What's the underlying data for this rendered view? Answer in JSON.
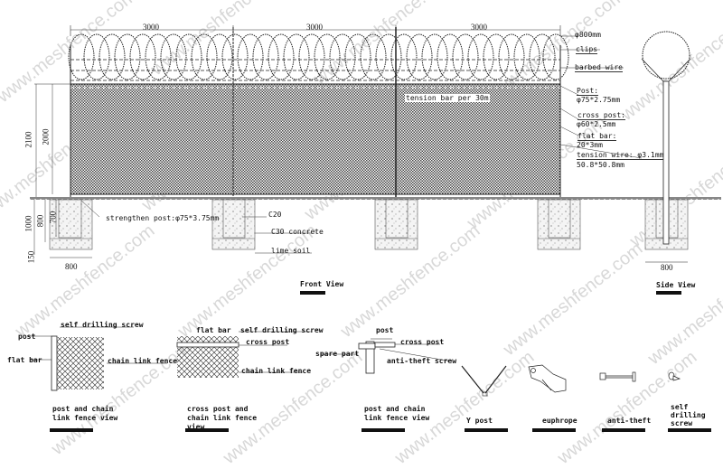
{
  "watermark": "www.meshfence.com",
  "front_view": {
    "title": "Front View",
    "dimensions": {
      "span_1": "3000",
      "span_2": "3000",
      "span_3": "3000",
      "total_height": "2100",
      "mesh_height": "2000",
      "foundation_depth": "1000",
      "concrete_depth": "800",
      "post_embed_depth": "700",
      "lime_soil_depth": "150",
      "foundation_width": "800"
    },
    "callouts": {
      "tension_bar": "tension bar per 30m",
      "strengthen_post": "strengthen post:φ75*3.75mm",
      "c20": "C20",
      "c30": "C30 concrete",
      "lime_soil": "lime soil"
    }
  },
  "spec_labels": {
    "coil_diameter": "φ800mm",
    "clips": "clips",
    "barbed_wire": "barbed wire",
    "post_title": "Post:",
    "post_value": "φ75*2.75mm",
    "cross_post_title": "cross post:",
    "cross_post_value": "φ60*2.5mm",
    "flat_bar_title": "flat bar:",
    "flat_bar_value": "20*3mm",
    "tension_wire_title": "tension wire: φ3.1mm",
    "tension_wire_value": "50.8*50.8mm"
  },
  "side_view": {
    "title": "Side View",
    "foundation_width": "800"
  },
  "details": [
    {
      "id": "post-chain-link",
      "labels": {
        "screw": "self drilling screw",
        "post": "post",
        "flat_bar": "flat bar",
        "mesh": "chain link fence"
      },
      "caption_1": "post and chain",
      "caption_2": "link fence view"
    },
    {
      "id": "cross-post-chain-link",
      "labels": {
        "flat_bar": "flat bar",
        "screw": "self drilling screw",
        "cross_post": "cross post",
        "mesh": "chain link fence"
      },
      "caption_1": "cross post and",
      "caption_2": "chain link fence",
      "caption_3": "view"
    },
    {
      "id": "post-cross-post-joint",
      "labels": {
        "post": "post",
        "cross_post": "cross post",
        "spare_part": "spare part",
        "anti_theft_screw": "anti-theft screw"
      },
      "caption_1": "post and chain",
      "caption_2": "link fence view"
    }
  ],
  "parts": [
    {
      "id": "y-post",
      "caption": "Y post"
    },
    {
      "id": "euphrope",
      "caption": "euphrope"
    },
    {
      "id": "anti-theft",
      "caption": "anti-theft"
    },
    {
      "id": "self-drilling-screw",
      "caption_1": "self",
      "caption_2": "drilling",
      "caption_3": "screw"
    }
  ]
}
